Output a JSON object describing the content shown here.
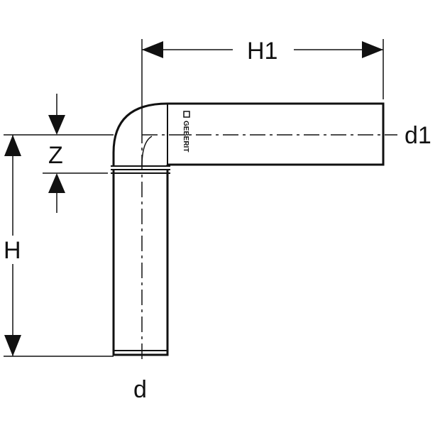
{
  "dimensions": {
    "H1": "H1",
    "Z": "Z",
    "H": "H",
    "d1": "d1",
    "d": "d"
  },
  "brand": {
    "name": "GEBERIT"
  }
}
